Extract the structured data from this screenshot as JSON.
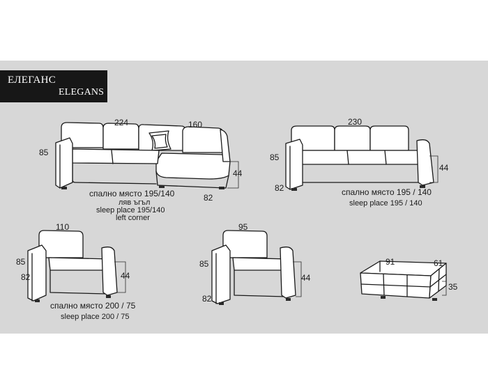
{
  "brand": {
    "title_cyrillic": "ЕЛЕГАНС",
    "title_latin": "ELEGANS"
  },
  "corner_sofa": {
    "width": "224",
    "chaise_width": "160",
    "height": "85",
    "seat_height": "44",
    "depth": "82",
    "caption_bg": "спално място 195/140",
    "caption_bg_2": "ляв ъгъл",
    "caption_en": "sleep  place 195/140",
    "caption_en_2": "left corner"
  },
  "sofa": {
    "width": "230",
    "height": "85",
    "seat_height": "44",
    "depth": "82",
    "caption_bg": "спално място 195 / 140",
    "caption_en": "sleep  place 195 / 140"
  },
  "armchair_bed": {
    "width": "110",
    "height": "85",
    "seat_height": "44",
    "depth": "82",
    "caption_bg": "спално място 200 / 75",
    "caption_en": "sleep place  200 / 75"
  },
  "armchair": {
    "width": "95",
    "height": "85",
    "seat_height": "44",
    "depth": "82"
  },
  "ottoman": {
    "width": "91",
    "depth": "61",
    "height": "35"
  }
}
